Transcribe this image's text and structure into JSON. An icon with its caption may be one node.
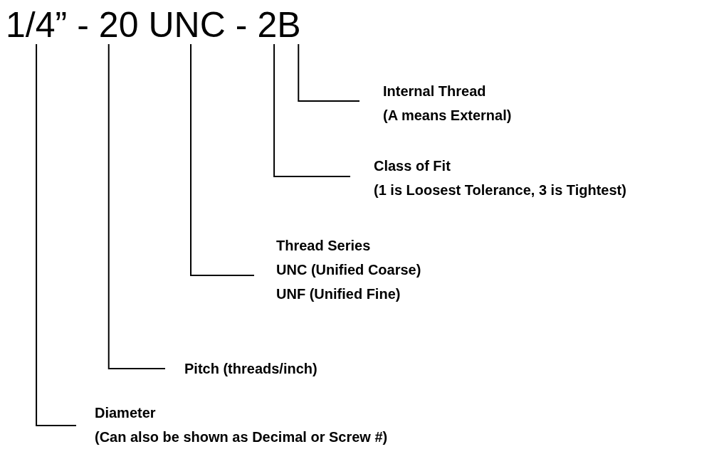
{
  "diagram": {
    "nodes": [
      {
        "text": [
          "1/4”"
        ]
      },
      {
        "text": [
          "20"
        ]
      },
      {
        "text": [
          "UNC"
        ]
      },
      {
        "text": [
          "2"
        ]
      },
      {
        "text": [
          "B"
        ]
      },
      {
        "text": [
          "Internal Thread",
          "(A means External)"
        ]
      },
      {
        "text": [
          "Class of Fit",
          "(1 is Loosest Tolerance, 3 is Tightest)"
        ]
      },
      {
        "text": [
          "Thread Series",
          "UNC (Unified Coarse)",
          "UNF (Unified Fine)"
        ]
      },
      {
        "text": [
          "Pitch (threads/inch)"
        ]
      },
      {
        "text": [
          "Diameter",
          "(Can also be shown as Decimal or Screw #)"
        ]
      }
    ],
    "edges": [
      {
        "from": 4,
        "to": 5,
        "arrow": "none"
      },
      {
        "from": 3,
        "to": 6,
        "arrow": "none"
      },
      {
        "from": 2,
        "to": 7,
        "arrow": "none"
      },
      {
        "from": 1,
        "to": 8,
        "arrow": "none"
      },
      {
        "from": 0,
        "to": 9,
        "arrow": "none"
      }
    ],
    "labels": [
      "-",
      "-"
    ]
  }
}
